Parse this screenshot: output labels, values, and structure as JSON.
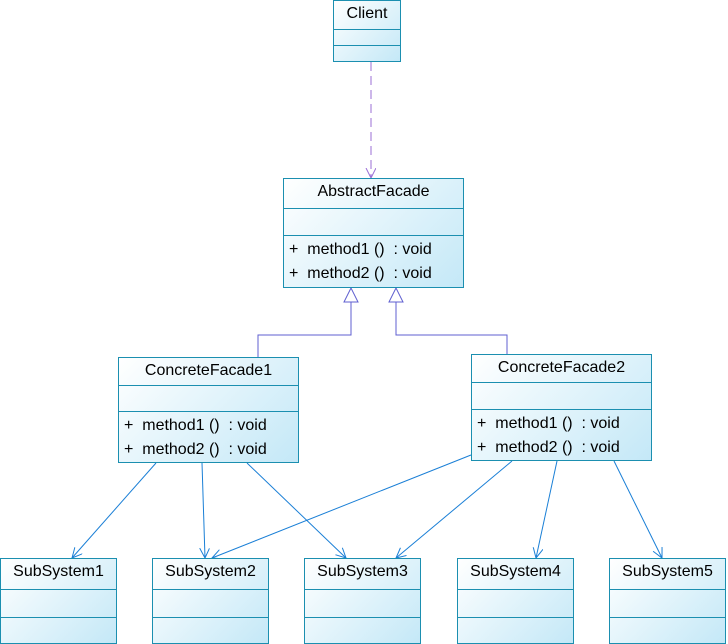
{
  "classes": {
    "client": {
      "name": "Client"
    },
    "abstract_facade": {
      "name": "AbstractFacade",
      "operations": [
        "+  method1 ()  : void",
        "+  method2 ()  : void"
      ]
    },
    "concrete_facade1": {
      "name": "ConcreteFacade1",
      "operations": [
        "+  method1 ()  : void",
        "+  method2 ()  : void"
      ]
    },
    "concrete_facade2": {
      "name": "ConcreteFacade2",
      "operations": [
        "+  method1 ()  : void",
        "+  method2 ()  : void"
      ]
    },
    "subsystem1": {
      "name": "SubSystem1"
    },
    "subsystem2": {
      "name": "SubSystem2"
    },
    "subsystem3": {
      "name": "SubSystem3"
    },
    "subsystem4": {
      "name": "SubSystem4"
    },
    "subsystem5": {
      "name": "SubSystem5"
    }
  },
  "colors": {
    "border": "#1b8fb0",
    "dependency": "#9b6fd6",
    "generalization": "#5f5fd0",
    "association": "#1a7fd6"
  }
}
